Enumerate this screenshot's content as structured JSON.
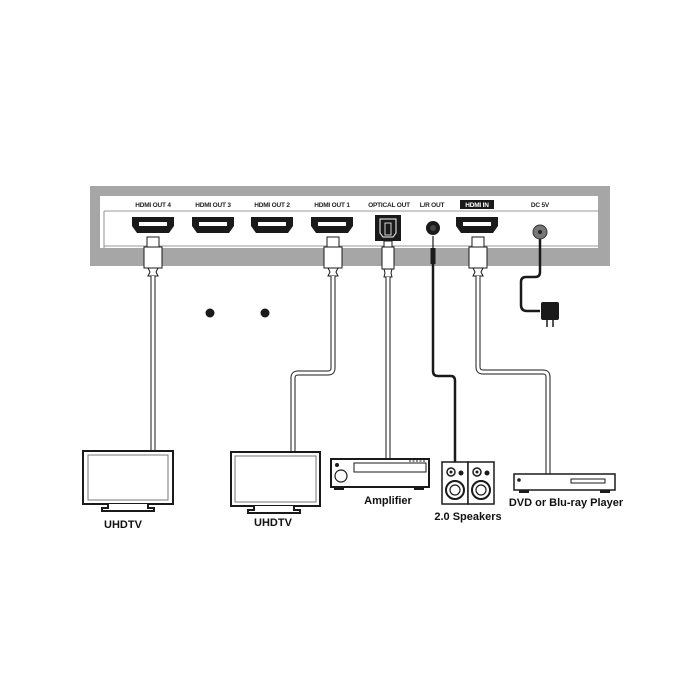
{
  "diagram": {
    "device": {
      "ports": [
        {
          "id": "hdmi_out_4",
          "label": "HDMI OUT 4"
        },
        {
          "id": "hdmi_out_3",
          "label": "HDMI OUT 3"
        },
        {
          "id": "hdmi_out_2",
          "label": "HDMI OUT 2"
        },
        {
          "id": "hdmi_out_1",
          "label": "HDMI OUT 1"
        },
        {
          "id": "optical_out",
          "label": "OPTICAL OUT"
        },
        {
          "id": "lr_out",
          "label": "L/R OUT"
        },
        {
          "id": "hdmi_in",
          "label": "HDMI IN"
        },
        {
          "id": "dc_5v",
          "label": "DC 5V"
        }
      ]
    },
    "devices": [
      {
        "id": "uhdtv_1",
        "label": "UHDTV",
        "connected_to": "HDMI OUT 4"
      },
      {
        "id": "uhdtv_2",
        "label": "UHDTV",
        "connected_to": "HDMI OUT 1"
      },
      {
        "id": "amplifier",
        "label": "Amplifier",
        "connected_to": "OPTICAL OUT"
      },
      {
        "id": "speakers",
        "label": "2.0 Speakers",
        "connected_to": "L/R OUT"
      },
      {
        "id": "player",
        "label": "DVD or Blu-ray Player",
        "connected_to": "HDMI IN"
      }
    ],
    "colors": {
      "frame": "#a6a6a6",
      "line": "#1a1a1a",
      "cable_white": "#ffffff",
      "cable_black": "#1a1a1a"
    }
  }
}
